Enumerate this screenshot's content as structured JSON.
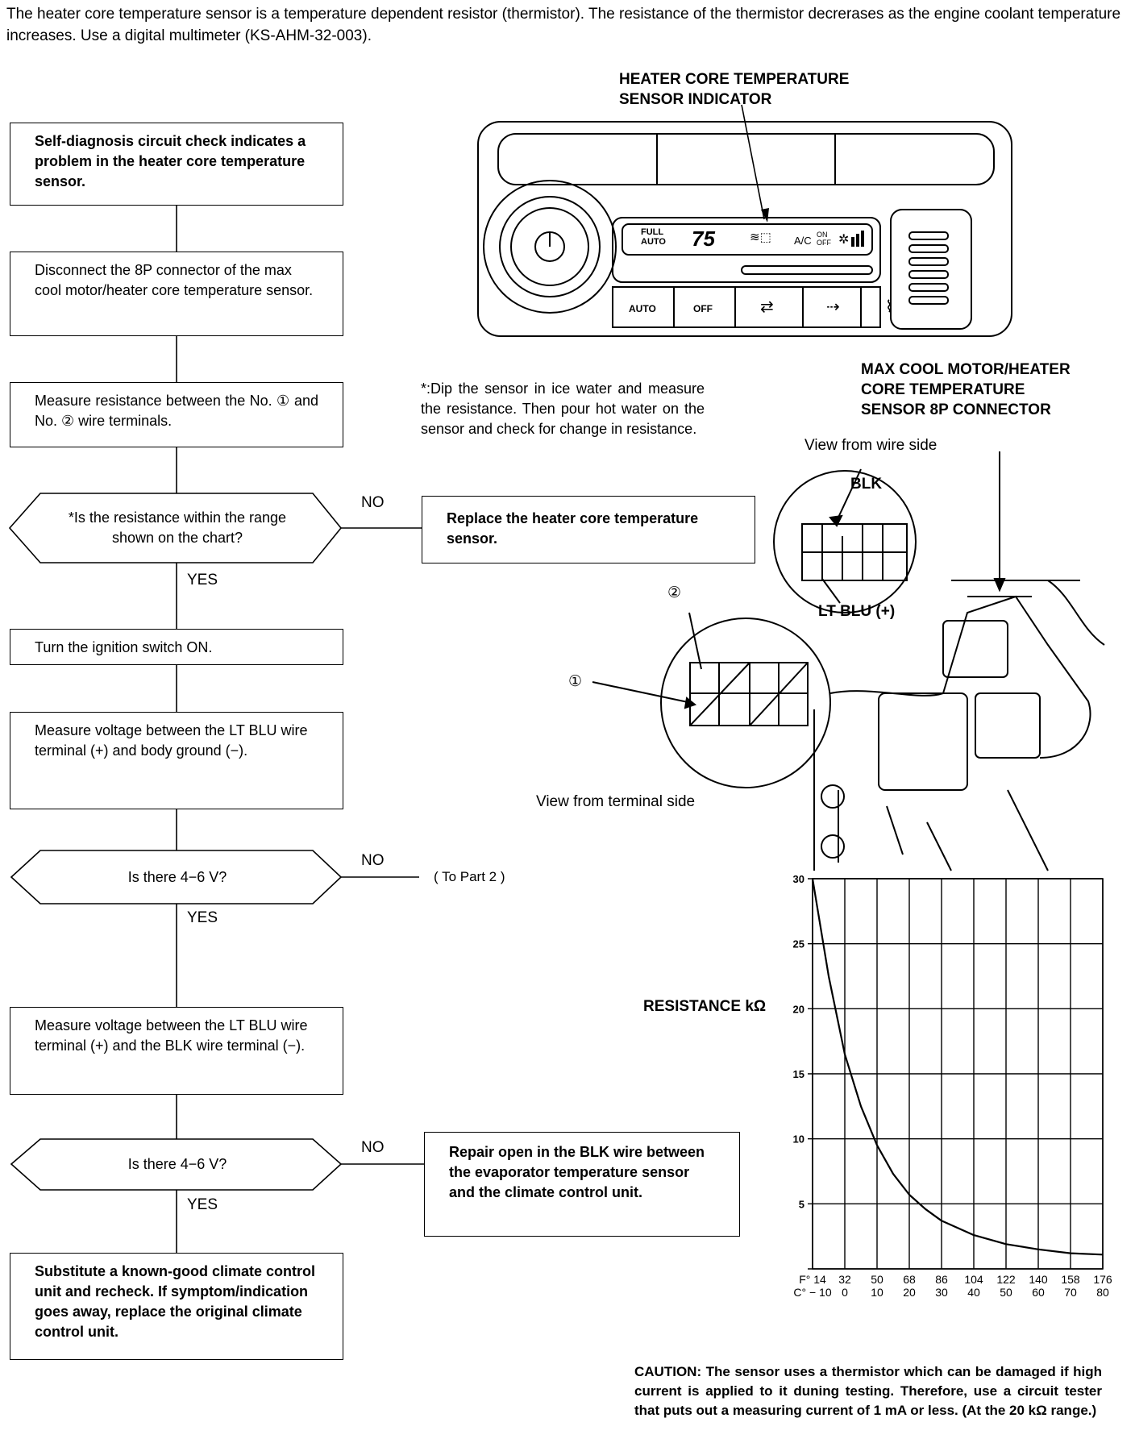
{
  "intro": "The heater core temperature sensor is a temperature dependent resistor (thermistor). The resistance of the thermistor decrerases as the engine coolant temperature increases. Use a digital multimeter (KS-AHM-32-003).",
  "flow": {
    "step1": "Self-diagnosis circuit check indicates a problem in the heater core temperature sensor.",
    "step2": "Disconnect the 8P connector of the max cool motor/heater core temperature sensor.",
    "step3": "Measure resistance between the No. ① and No. ② wire terminals.",
    "decision1": "*Is the resistance within the range shown on the chart?",
    "step4": "Turn the ignition switch ON.",
    "step5": "Measure voltage between the LT BLU wire terminal (+) and body ground (−).",
    "decision2": "Is there 4−6 V?",
    "step6": "Measure voltage between the LT BLU wire terminal (+) and the BLK wire terminal (−).",
    "decision3": "Is there 4−6 V?",
    "step7": "Substitute a known-good climate control unit and recheck. If symptom/indication goes away, replace the original climate control unit.",
    "no1": "NO",
    "yes1": "YES",
    "no2": "NO",
    "yes2": "YES",
    "no3": "NO",
    "yes3": "YES",
    "result1": "Replace the heater core temperature sensor.",
    "result2": "( To Part 2 )",
    "result3": "Repair open in the BLK wire between the evaporator temperature sensor and the climate control unit."
  },
  "note": "*:Dip the sensor in ice water and measure the resistance. Then pour hot water on the sensor and check for change in resistance.",
  "panel": {
    "indicator_title_1": "HEATER CORE TEMPERATURE",
    "indicator_title_2": "SENSOR INDICATOR",
    "full_auto_1": "FULL",
    "full_auto_2": "AUTO",
    "temp": "75",
    "ac": "A/C",
    "on": "ON",
    "off_small": "OFF",
    "btn_auto": "AUTO",
    "btn_off": "OFF"
  },
  "connector": {
    "title_1": "MAX COOL MOTOR/HEATER",
    "title_2": "CORE TEMPERATURE",
    "title_3": "SENSOR 8P CONNECTOR",
    "wire_view": "View from wire side",
    "blk": "BLK",
    "ltblu": "LT BLU (+)",
    "term1": "①",
    "term2": "②",
    "terminal_view": "View from terminal side"
  },
  "chart_data": {
    "type": "line",
    "ylabel": "RESISTANCE kΩ",
    "ylim": [
      0,
      30
    ],
    "yticks": [
      "30",
      "25",
      "20",
      "15",
      "10",
      "5"
    ],
    "x_f": [
      "F° 14",
      "32",
      "50",
      "68",
      "86",
      "104",
      "122",
      "140",
      "158",
      "176"
    ],
    "x_c": [
      "C° − 10",
      "0",
      "10",
      "20",
      "30",
      "40",
      "50",
      "60",
      "70",
      "80"
    ],
    "xlim": [
      -10,
      80
    ],
    "series": [
      {
        "x": [
          -10,
          -5,
          0,
          5,
          10,
          15,
          20,
          25,
          30,
          40,
          50,
          60,
          70,
          80
        ],
        "values": [
          30,
          22.5,
          16.5,
          12.5,
          9.5,
          7.3,
          5.7,
          4.6,
          3.7,
          2.6,
          1.9,
          1.5,
          1.2,
          1.1
        ]
      }
    ]
  },
  "caution": "CAUTION: The sensor uses a thermistor which can be damaged if high current is applied to it duning testing. Therefore, use a circuit tester that puts out a measuring current of 1 mA or less. (At the 20 kΩ range.)"
}
